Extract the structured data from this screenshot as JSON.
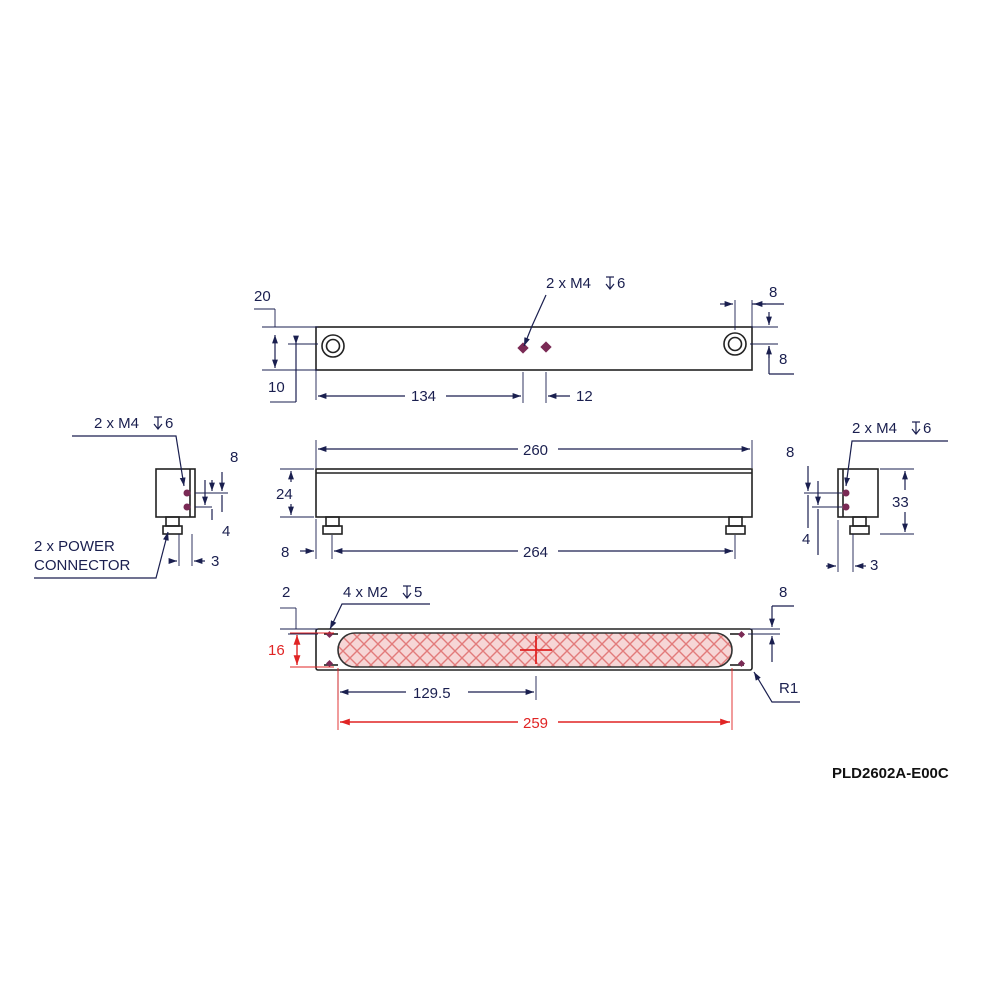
{
  "drawing": {
    "part_number": "PLD2602A-E00C",
    "top_view": {
      "callout": "2 x M4",
      "callout_depth": "6",
      "dim_height": "20",
      "dim_offset": "10",
      "dim_hole_pos": "134",
      "dim_hole_spacing": "12",
      "dim_corner_x": "8",
      "dim_corner_y": "8"
    },
    "front_view": {
      "dim_length": "260",
      "dim_height": "24",
      "dim_connector_span": "264",
      "dim_connector_edge": "8"
    },
    "left_view": {
      "callout": "2 x M4",
      "callout_depth": "6",
      "dim_top": "8",
      "dim_spacing": "4",
      "dim_connector": "3",
      "connector_line1": "2 x  POWER",
      "connector_line2": "CONNECTOR"
    },
    "right_view": {
      "callout": "2 x M4",
      "callout_depth": "6",
      "dim_top": "8",
      "dim_height": "33",
      "dim_spacing": "4",
      "dim_connector": "3"
    },
    "bottom_view": {
      "callout": "4 x M2",
      "callout_depth": "5",
      "dim_edge": "2",
      "dim_width": "16",
      "dim_center": "129.5",
      "dim_emitting_length": "259",
      "dim_corner": "8",
      "dim_radius": "R1"
    },
    "colors": {
      "dimension": "#1a1f4f",
      "emitting_area": "#e02424",
      "hole_marker": "#7a2a55"
    }
  }
}
